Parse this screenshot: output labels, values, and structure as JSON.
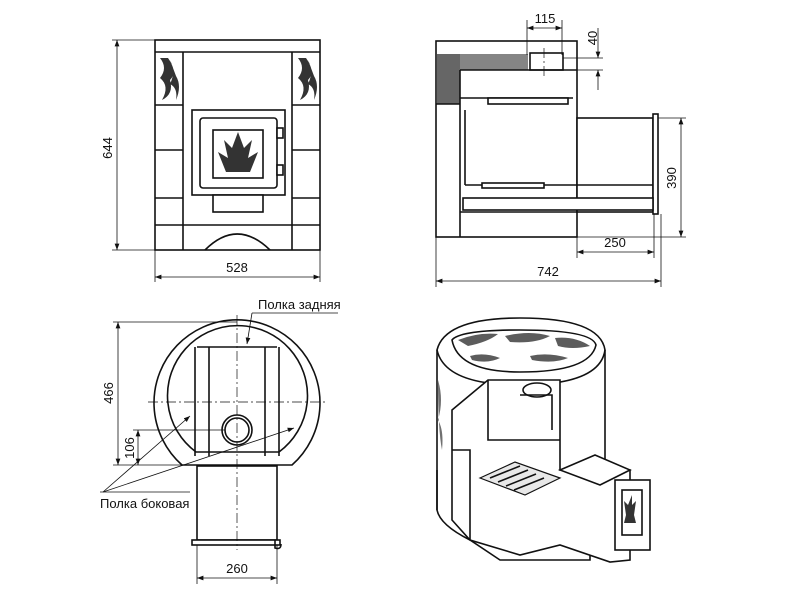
{
  "dimensions": {
    "front_height": "644",
    "front_width": "528",
    "side_chimney_width": "115",
    "side_chimney_height": "40",
    "side_firebox_height": "390",
    "side_firebox_length": "250",
    "side_total_length": "742",
    "top_depth": "466",
    "top_chimney_offset": "106",
    "top_firebox_width": "260"
  },
  "labels": {
    "rear_shelf": "Полка задняя",
    "side_shelf": "Полка боковая"
  },
  "colors": {
    "line": "#111111",
    "background": "#ffffff"
  }
}
